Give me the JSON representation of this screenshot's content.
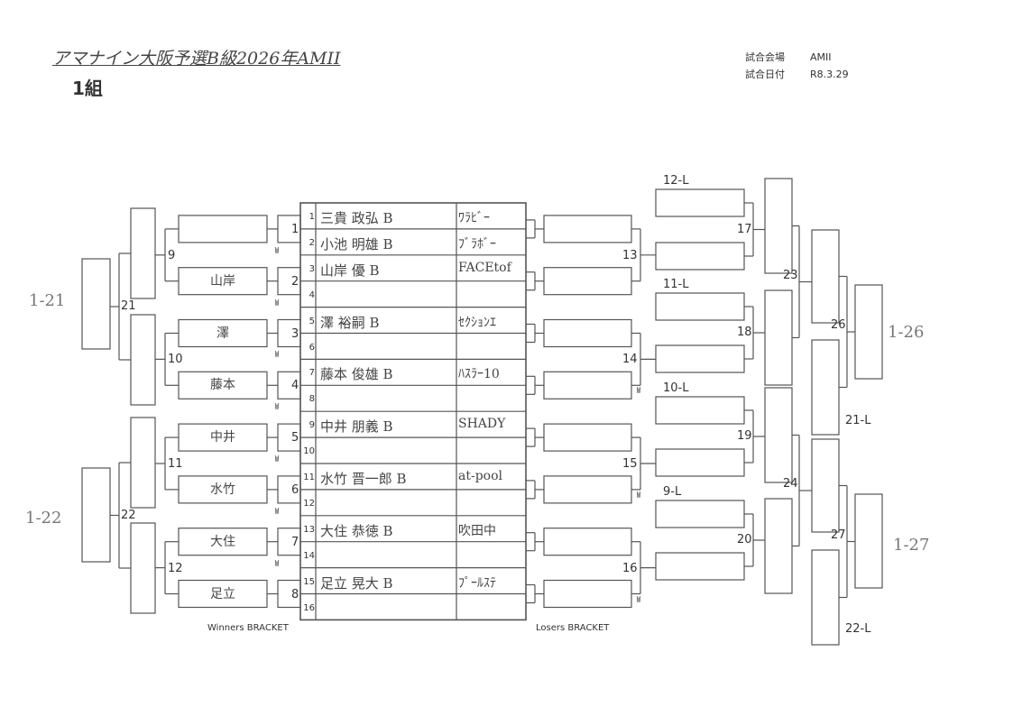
{
  "header": {
    "title": "アマナイン大阪予選B級2026年AMII",
    "group": "1組",
    "venue_label": "試合会場",
    "venue": "AMII",
    "date_label": "試合日付",
    "date": "R8.3.29"
  },
  "players": [
    {
      "no": "1",
      "name": "三貴 政弘 B",
      "team": "ﾜﾗﾋﾞｰ"
    },
    {
      "no": "2",
      "name": "小池 明雄 B",
      "team": "ﾌﾞﾗﾎﾞｰ"
    },
    {
      "no": "3",
      "name": "山岸 優 B",
      "team": "FACEtof"
    },
    {
      "no": "4",
      "name": "",
      "team": ""
    },
    {
      "no": "5",
      "name": "澤 裕嗣 B",
      "team": "ｾｸｼｮﾝｴ"
    },
    {
      "no": "6",
      "name": "",
      "team": ""
    },
    {
      "no": "7",
      "name": "藤本 俊雄 B",
      "team": "ﾊｽﾗｰ10"
    },
    {
      "no": "8",
      "name": "",
      "team": ""
    },
    {
      "no": "9",
      "name": "中井 朋義 B",
      "team": "SHADY"
    },
    {
      "no": "10",
      "name": "",
      "team": ""
    },
    {
      "no": "11",
      "name": "水竹 晋一郎 B",
      "team": "at-pool"
    },
    {
      "no": "12",
      "name": "",
      "team": ""
    },
    {
      "no": "13",
      "name": "大住 恭徳 B",
      "team": "吹田中"
    },
    {
      "no": "14",
      "name": "",
      "team": ""
    },
    {
      "no": "15",
      "name": "足立 晃大 B",
      "team": "ﾌﾟｰﾙｽﾃ"
    },
    {
      "no": "16",
      "name": "",
      "team": ""
    }
  ],
  "winners": {
    "label": "Winners BRACKET",
    "r1_matches": [
      "1",
      "2",
      "3",
      "4",
      "5",
      "6",
      "7",
      "8"
    ],
    "r1_winners": [
      "",
      "山岸",
      "澤",
      "藤本",
      "中井",
      "水竹",
      "大住",
      "足立"
    ],
    "r2_matches": [
      "9",
      "10",
      "11",
      "12"
    ],
    "r3_matches": [
      "21",
      "22"
    ],
    "w_mark": "W",
    "handwritten": [
      "1-21",
      "1-22"
    ]
  },
  "losers": {
    "label": "Losers BRACKET",
    "r1_matches": [
      "13",
      "14",
      "15",
      "16"
    ],
    "drop_labels": [
      "12-L",
      "11-L",
      "10-L",
      "9-L"
    ],
    "r2_matches": [
      "17",
      "18",
      "19",
      "20"
    ],
    "r3_matches": [
      "23",
      "24"
    ],
    "r4_matches": [
      "26",
      "27"
    ],
    "final_drops": [
      "21-L",
      "22-L"
    ],
    "handwritten": [
      "1-26",
      "1-27"
    ]
  }
}
